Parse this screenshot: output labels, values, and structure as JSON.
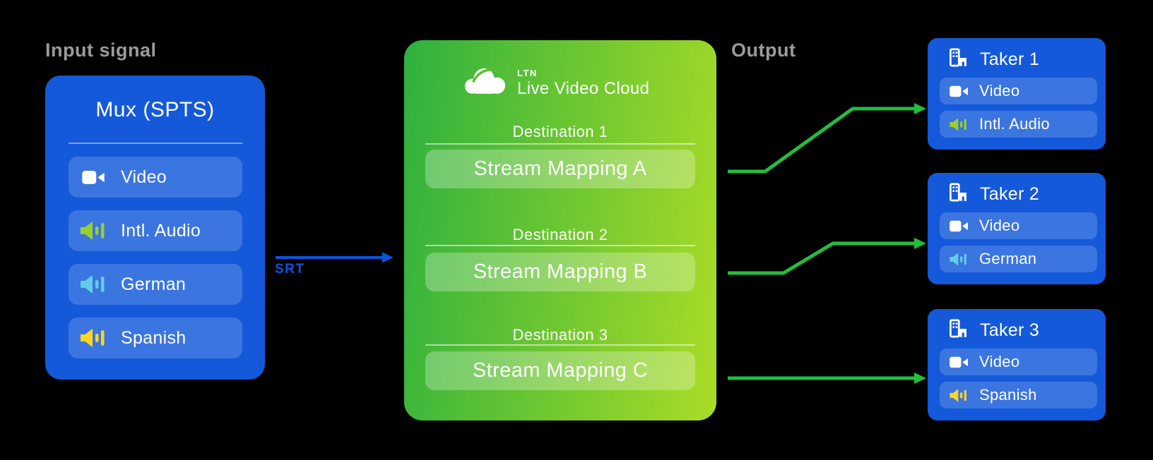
{
  "background": "#000000",
  "colors": {
    "box_blue": "#1459D9",
    "row_overlay": "rgba(255,255,255,0.17)",
    "arrow_blue": "#0D54DB",
    "arrow_green": "#24BD3D",
    "gradient_from": "#2EB13E",
    "gradient_to": "#ABDC26",
    "section_label_gray": "#9B9B9B",
    "icon_lime": "#9ACF2B",
    "icon_cyan": "#62CDE8",
    "icon_yellow": "#FFD61E",
    "icon_white": "#FFFFFF"
  },
  "input_section": {
    "label": "Input signal",
    "mux": {
      "title": "Mux (SPTS)",
      "rows": [
        {
          "label": "Video",
          "icon": "video-camera-icon",
          "color": "#FFFFFF"
        },
        {
          "label": "Intl. Audio",
          "icon": "speaker-icon",
          "color": "#9ACF2B"
        },
        {
          "label": "German",
          "icon": "speaker-icon",
          "color": "#62CDE8"
        },
        {
          "label": "Spanish",
          "icon": "speaker-icon",
          "color": "#FFD61E"
        }
      ]
    }
  },
  "transport": {
    "label": "SRT"
  },
  "cloud": {
    "brand": "LTN",
    "product": "Live Video Cloud",
    "destinations": [
      {
        "label": "Destination 1",
        "mapping": "Stream Mapping A"
      },
      {
        "label": "Destination 2",
        "mapping": "Stream Mapping B"
      },
      {
        "label": "Destination 3",
        "mapping": "Stream Mapping C"
      }
    ]
  },
  "output_section": {
    "label": "Output",
    "takers": [
      {
        "title": "Taker 1",
        "rows": [
          {
            "label": "Video",
            "icon": "video-camera-icon",
            "color": "#FFFFFF"
          },
          {
            "label": "Intl. Audio",
            "icon": "speaker-icon",
            "color": "#9ACF2B"
          }
        ]
      },
      {
        "title": "Taker 2",
        "rows": [
          {
            "label": "Video",
            "icon": "video-camera-icon",
            "color": "#FFFFFF"
          },
          {
            "label": "German",
            "icon": "speaker-icon",
            "color": "#62CDE8"
          }
        ]
      },
      {
        "title": "Taker 3",
        "rows": [
          {
            "label": "Video",
            "icon": "video-camera-icon",
            "color": "#FFFFFF"
          },
          {
            "label": "Spanish",
            "icon": "speaker-icon",
            "color": "#FFD61E"
          }
        ]
      }
    ]
  }
}
